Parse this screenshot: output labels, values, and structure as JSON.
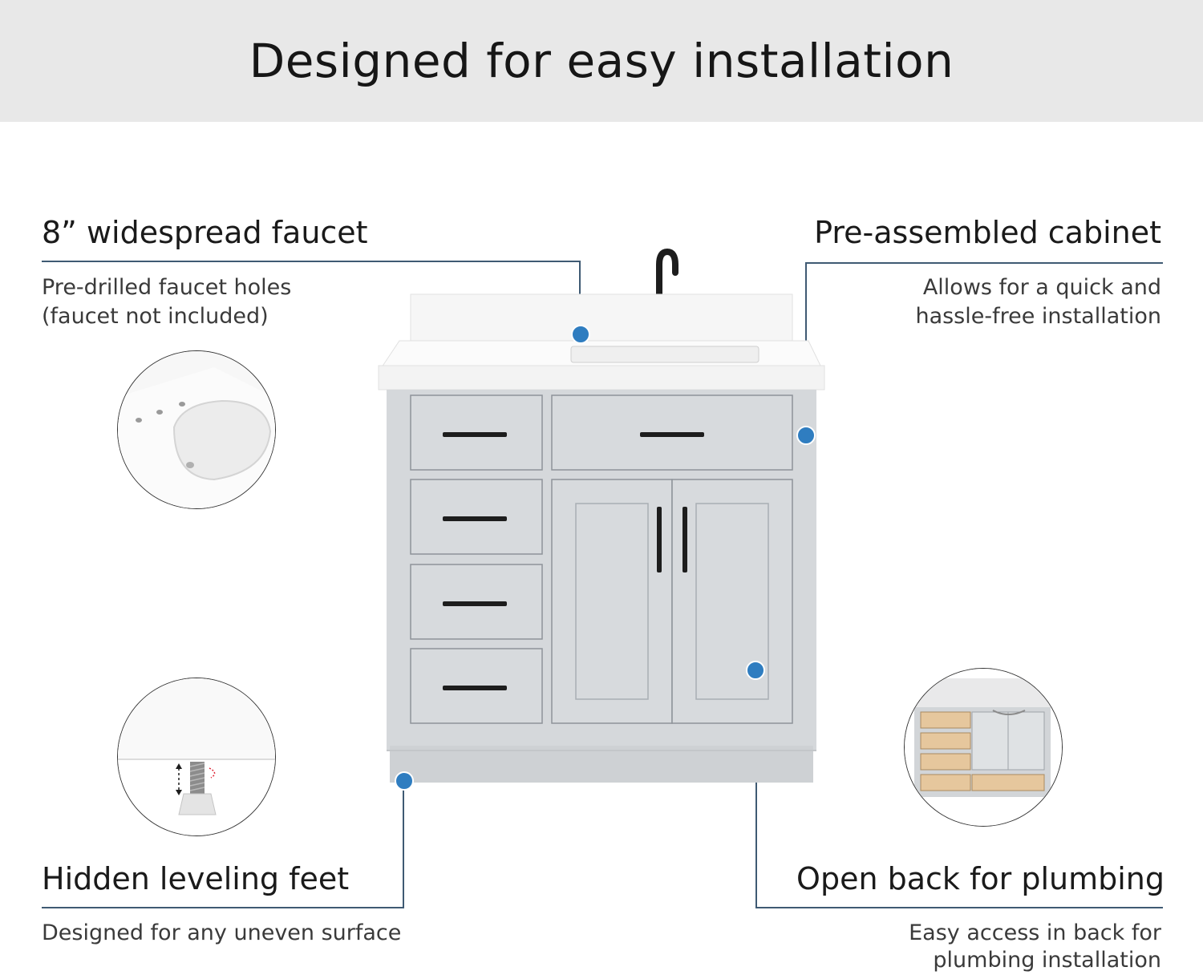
{
  "header": {
    "title": "Designed for easy installation"
  },
  "features": {
    "faucet": {
      "title": "8” widespread faucet",
      "desc_line1": "Pre-drilled faucet holes",
      "desc_line2": "(faucet not included)"
    },
    "cabinet": {
      "title": "Pre-assembled cabinet",
      "desc_line1": "Allows for  a quick and",
      "desc_line2": "hassle-free installation"
    },
    "feet": {
      "title": "Hidden leveling feet",
      "desc_line1": "Designed for any uneven surface"
    },
    "plumbing": {
      "title": "Open back for plumbing",
      "desc_line1": "Easy access in back for",
      "desc_line2": "plumbing installation"
    }
  },
  "colors": {
    "accent_dot": "#2f7dc0",
    "leader_line": "#3f5a73",
    "cabinet_gray": "#d5d8db",
    "header_bg": "#e8e8e8"
  }
}
